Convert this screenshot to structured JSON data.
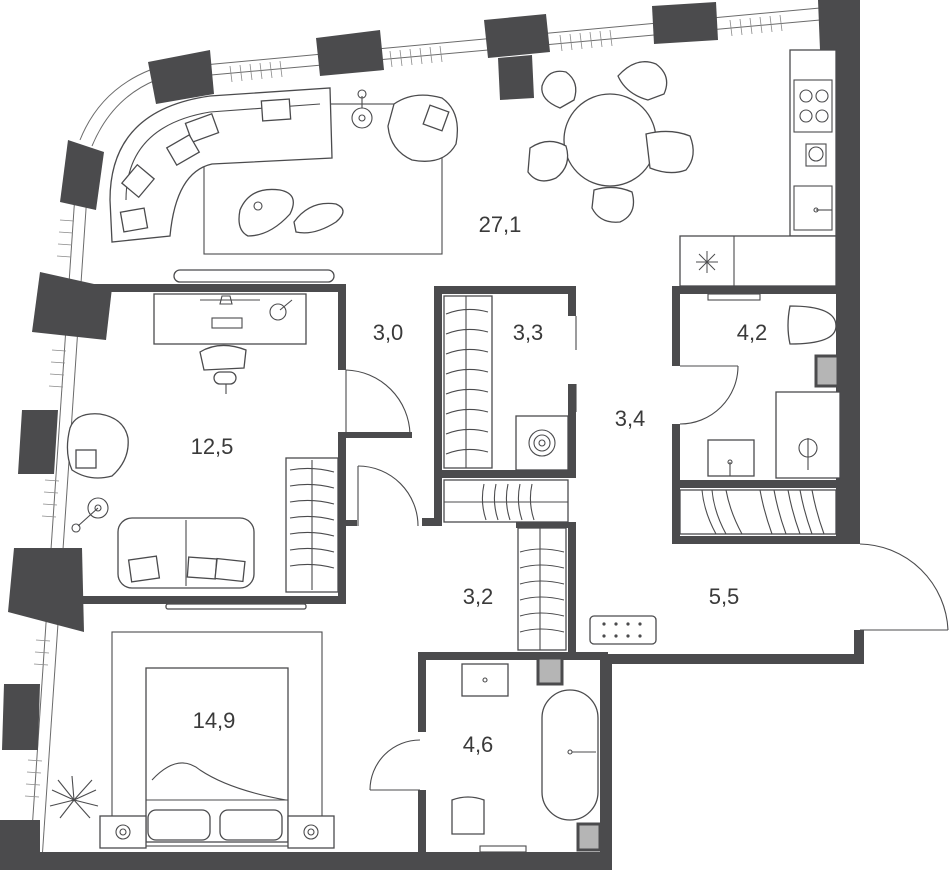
{
  "plan": {
    "rooms": [
      {
        "id": "living-kitchen",
        "area": "27,1"
      },
      {
        "id": "hall-upper",
        "area": "3,0"
      },
      {
        "id": "wardrobe",
        "area": "3,3"
      },
      {
        "id": "bathroom-upper",
        "area": "4,2"
      },
      {
        "id": "corridor",
        "area": "3,4"
      },
      {
        "id": "study-bedroom",
        "area": "12,5"
      },
      {
        "id": "hall-lower",
        "area": "3,2"
      },
      {
        "id": "entrance-hall",
        "area": "5,5"
      },
      {
        "id": "master-bedroom",
        "area": "14,9"
      },
      {
        "id": "bathroom-lower",
        "area": "4,6"
      }
    ]
  }
}
